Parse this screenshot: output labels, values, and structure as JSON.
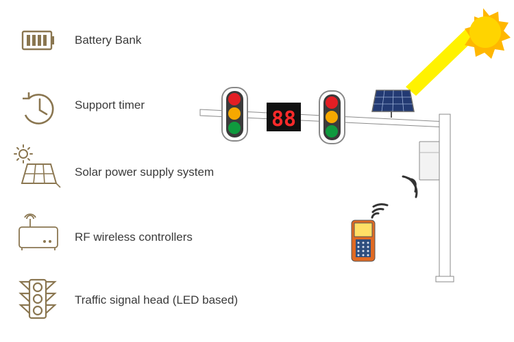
{
  "legend": {
    "items": [
      {
        "icon": "battery-icon",
        "label": "Battery Bank"
      },
      {
        "icon": "timer-icon",
        "label": "Support timer"
      },
      {
        "icon": "solar-panel-icon",
        "label": "Solar power supply system"
      },
      {
        "icon": "rf-controller-icon",
        "label": "RF wireless controllers"
      },
      {
        "icon": "traffic-signal-icon",
        "label": "Traffic signal head (LED based)"
      }
    ]
  },
  "illustration": {
    "countdown_display": "88"
  },
  "colors": {
    "icon_stroke": "#8a7650",
    "signal_red": "#e31e24",
    "signal_yellow": "#f6a800",
    "signal_green": "#0f9a3e",
    "sun": "#ffd400",
    "sun_ray": "#fff200",
    "countdown": "#ff2a2a"
  }
}
